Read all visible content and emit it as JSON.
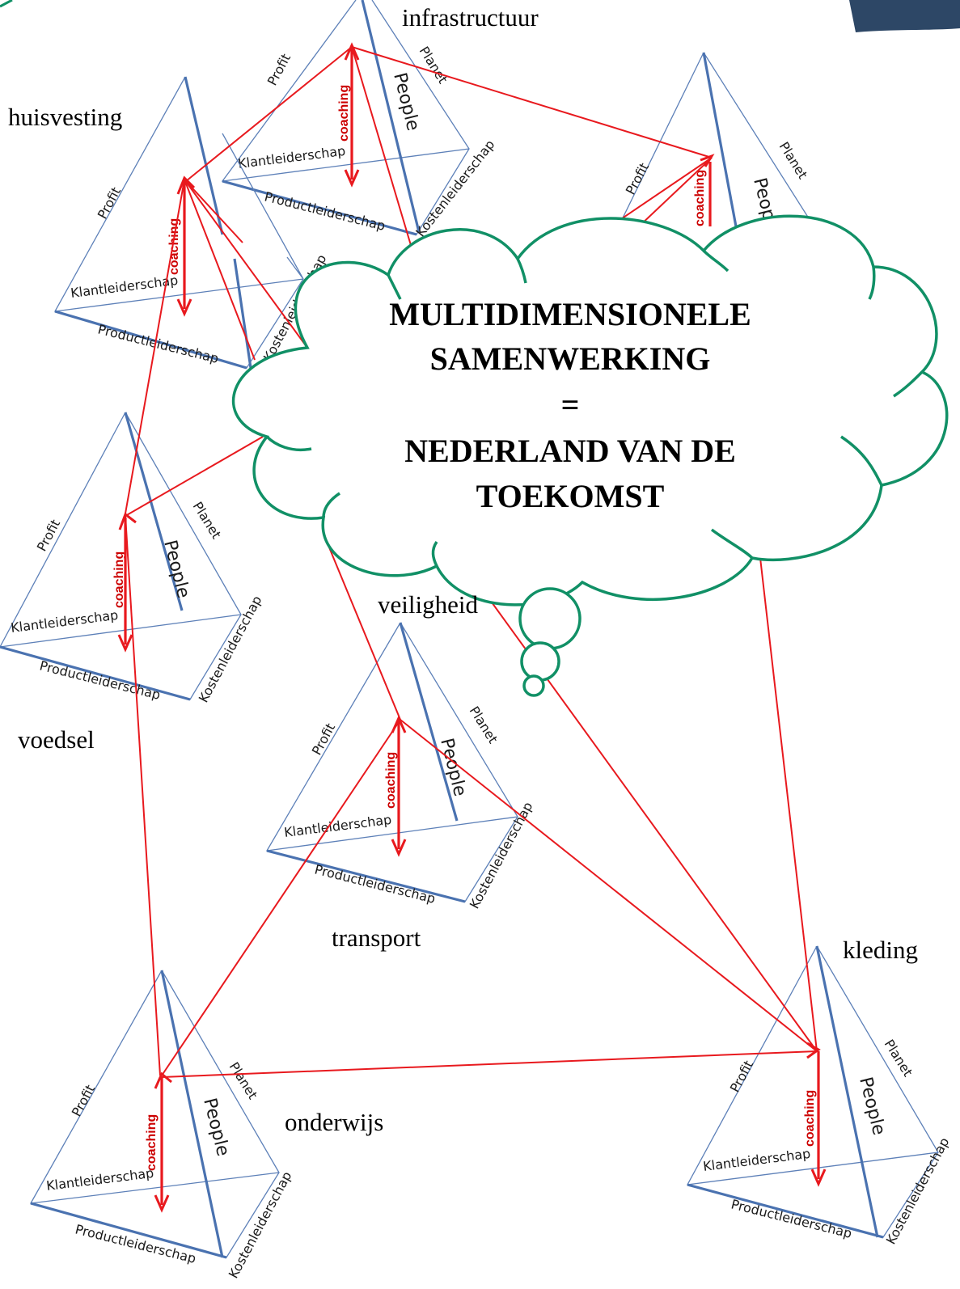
{
  "cloud": {
    "line1": "MULTIDIMENSIONELE",
    "line2": "SAMENWERKING",
    "line3": "=",
    "line4": "NEDERLAND VAN DE",
    "line5": "TOEKOMST"
  },
  "topics": {
    "infrastructuur": "infrastructuur",
    "huisvesting": "huisvesting",
    "voedsel": "voedsel",
    "veiligheid": "veiligheid",
    "transport": "transport",
    "kleding": "kleding",
    "onderwijs": "onderwijs"
  },
  "pyramid_labels": {
    "profit": "Profit",
    "planet": "Planet",
    "people": "People",
    "coaching": "coaching",
    "klant": "Klantleiderschap",
    "product": "Productleiderschap",
    "kosten": "Kostenleiderschap"
  },
  "colors": {
    "cloud_outline": "#119066",
    "pyramid_edges": "#4a72b0",
    "connections": "#e8191e",
    "coaching_text": "#cc0000"
  }
}
